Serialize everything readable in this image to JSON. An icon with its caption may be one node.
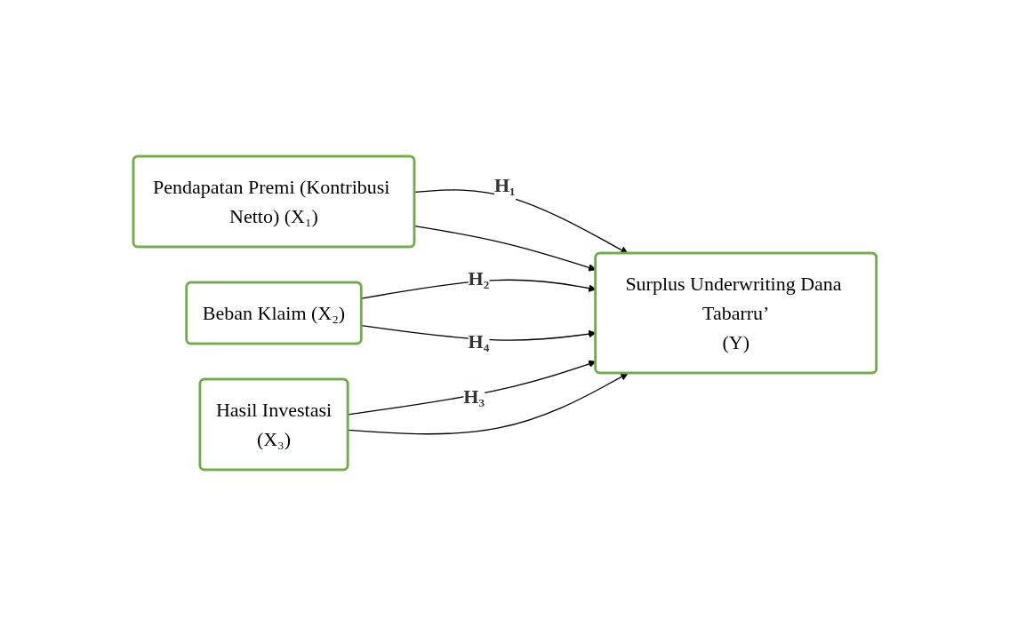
{
  "diagram": {
    "nodes": [
      {
        "text": [
          "Pendapatan Premi (Kontribusi Netto) (X₁)"
        ]
      },
      {
        "text": [
          "Beban Klaim (X₂)"
        ]
      },
      {
        "text": [
          "Hasil Investasi",
          "(X₃)"
        ]
      },
      {
        "text": [
          "Surplus Underwriting Dana Tabarru’",
          "(Y)"
        ]
      }
    ],
    "edges": [
      {
        "from": 0,
        "to": 3,
        "arrow": "to",
        "label": "H₁"
      },
      {
        "from": 1,
        "to": 3,
        "arrow": "to",
        "label": "H₂"
      },
      {
        "from": 2,
        "to": 3,
        "arrow": "to",
        "label": "H₃"
      },
      {
        "from": 0,
        "to": 3,
        "arrow": "to"
      },
      {
        "from": 1,
        "to": 3,
        "arrow": "to",
        "label": "H₄"
      },
      {
        "from": 2,
        "to": 3,
        "arrow": "to"
      }
    ]
  }
}
